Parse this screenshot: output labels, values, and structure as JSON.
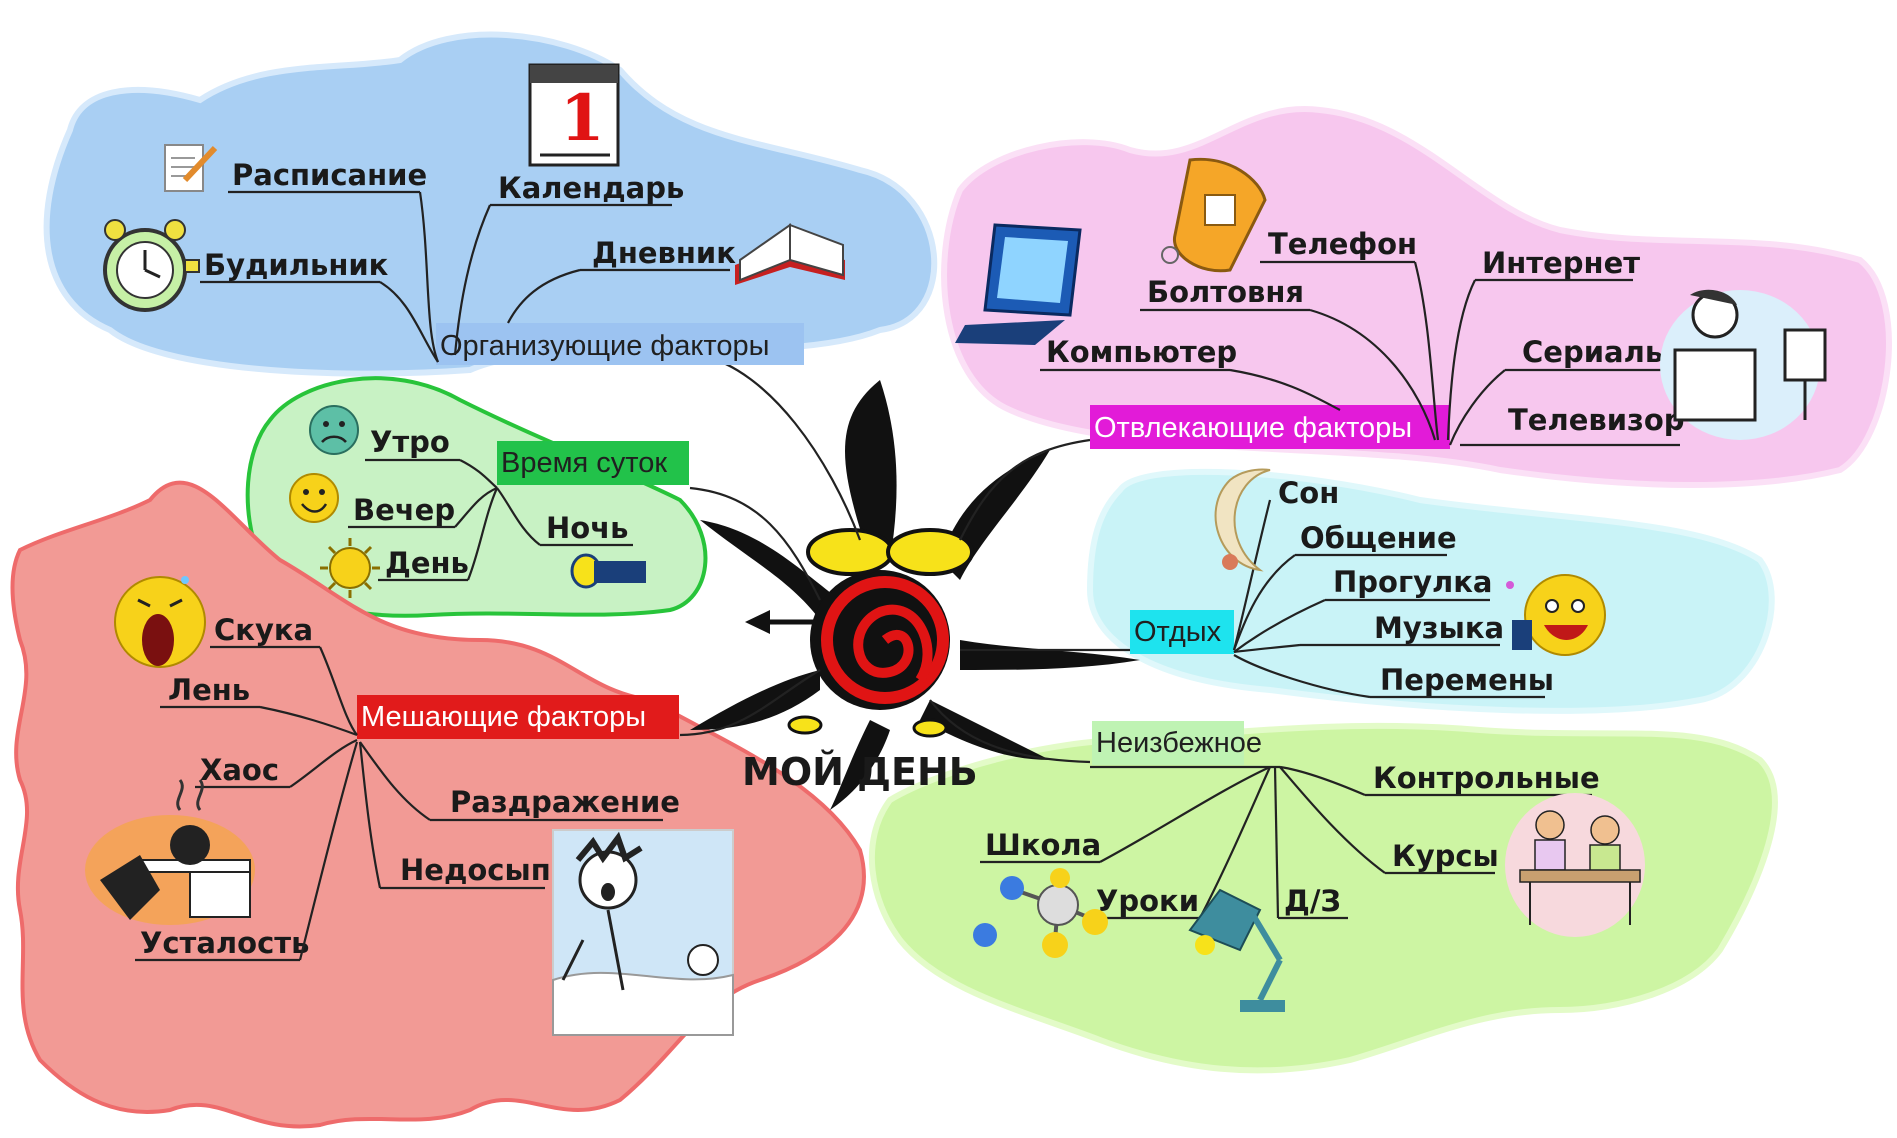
{
  "center": {
    "title": "МОЙ ДЕНЬ"
  },
  "colors": {
    "organizing": "#a9cff3",
    "distracting": "#f7c7ee",
    "time_of_day": "#c8f2c4",
    "rest": "#c9f3f7",
    "hindering": "#f29a95",
    "inevitable": "#cdf5a3",
    "label_organizing": "#9cc3f1",
    "label_distracting": "#e21bd8",
    "label_time": "#22c24a",
    "label_rest": "#1ee3ee",
    "label_hindering": "#e11b1b",
    "label_inevitable": "#bff3b3"
  },
  "categories": {
    "organizing": {
      "label": "Организующие факторы",
      "items": [
        "Расписание",
        "Календарь",
        "Будильник",
        "Дневник"
      ]
    },
    "distracting": {
      "label": "Отвлекающие факторы",
      "items": [
        "Телефон",
        "Интернет",
        "Болтовня",
        "Компьютер",
        "Сериалы",
        "Телевизор"
      ]
    },
    "time_of_day": {
      "label": "Время суток",
      "items": [
        "Утро",
        "Вечер",
        "Ночь",
        "День"
      ]
    },
    "rest": {
      "label": "Отдых",
      "items": [
        "Сон",
        "Общение",
        "Прогулка",
        "Музыка",
        "Перемены"
      ]
    },
    "hindering": {
      "label": "Мешающие факторы",
      "items": [
        "Скука",
        "Лень",
        "Хаос",
        "Раздражение",
        "Недосып",
        "Усталость"
      ]
    },
    "inevitable": {
      "label": "Неизбежное",
      "items": [
        "Контрольные",
        "Школа",
        "Курсы",
        "Уроки",
        "Д/З"
      ]
    }
  },
  "icons": [
    "memo-icon",
    "calendar-icon",
    "alarm-clock-icon",
    "diary-icon",
    "telephone-icon",
    "laptop-icon",
    "tv-viewer-icon",
    "sad-face-icon",
    "smiley-face-icon",
    "sun-icon",
    "flashlight-icon",
    "moon-icon",
    "music-smiley-icon",
    "yawning-face-icon",
    "tired-person-icon",
    "waking-boy-icon",
    "molecule-icon",
    "desk-lamp-icon",
    "students-icon",
    "alarm-clock-center-icon"
  ],
  "calendar_number": "1"
}
